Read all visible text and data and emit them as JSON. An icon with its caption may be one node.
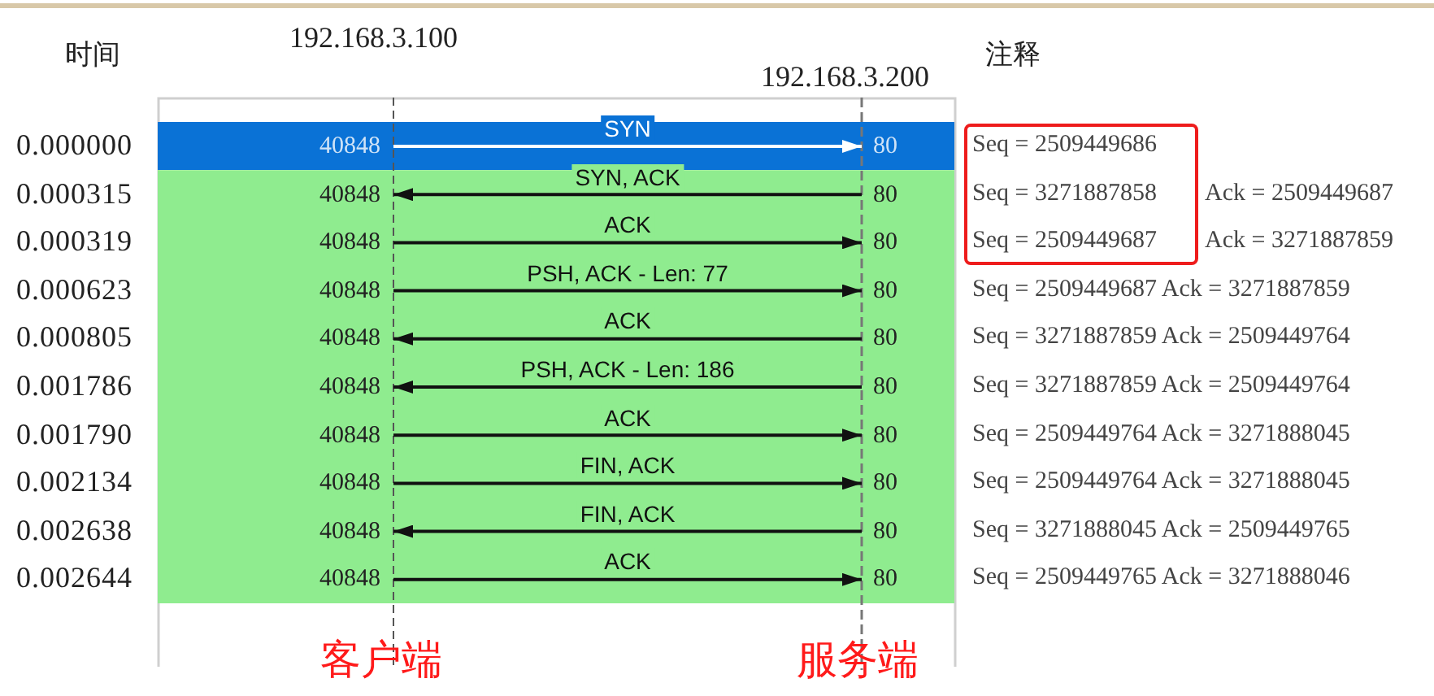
{
  "diagram": {
    "nodes": [
      {
        "text": [
          "Seq = 2509449686",
          "Seq = 3271887858",
          "Seq = 2509449687"
        ]
      },
      {
        "text": [
          "40848"
        ]
      },
      {
        "text": [
          "80"
        ]
      },
      {
        "text": [
          "40848"
        ]
      },
      {
        "text": [
          "80"
        ]
      },
      {
        "text": [
          "40848"
        ]
      },
      {
        "text": [
          "80"
        ]
      },
      {
        "text": [
          "40848"
        ]
      },
      {
        "text": [
          "80"
        ]
      },
      {
        "text": [
          "40848"
        ]
      },
      {
        "text": [
          "80"
        ]
      },
      {
        "text": [
          "40848"
        ]
      },
      {
        "text": [
          "80"
        ]
      },
      {
        "text": [
          "40848"
        ]
      },
      {
        "text": [
          "80"
        ]
      },
      {
        "text": [
          "40848"
        ]
      },
      {
        "text": [
          "80"
        ]
      },
      {
        "text": [
          "40848"
        ]
      },
      {
        "text": [
          "80"
        ]
      },
      {
        "text": [
          "40848"
        ]
      },
      {
        "text": [
          "80"
        ]
      }
    ],
    "edges": [
      {
        "from": 1,
        "to": 2,
        "arrow": "to",
        "label": "SYN",
        "color": "#ffffff"
      },
      {
        "from": 4,
        "to": 3,
        "arrow": "to",
        "label": "SYN, ACK"
      },
      {
        "from": 5,
        "to": 6,
        "arrow": "to",
        "label": "ACK"
      },
      {
        "from": 7,
        "to": 8,
        "arrow": "to",
        "label": "PSH, ACK - Len: 77"
      },
      {
        "from": 10,
        "to": 9,
        "arrow": "to",
        "label": "ACK"
      },
      {
        "from": 12,
        "to": 11,
        "arrow": "to",
        "label": "PSH, ACK - Len: 186"
      },
      {
        "from": 13,
        "to": 14,
        "arrow": "to",
        "label": "ACK"
      },
      {
        "from": 15,
        "to": 16,
        "arrow": "to",
        "label": "FIN, ACK"
      },
      {
        "from": 18,
        "to": 17,
        "arrow": "to",
        "label": "FIN, ACK"
      },
      {
        "from": 19,
        "to": 20,
        "arrow": "to",
        "label": "ACK"
      }
    ],
    "labels": [
      "时间",
      "192.168.3.100",
      "注释",
      "192.168.3.200",
      "0.000000",
      "0.000315",
      "Ack = 2509449687",
      "0.000319",
      "Ack = 3271887859",
      "0.000623",
      "Seq = 2509449687 Ack = 3271887859",
      "0.000805",
      "Seq = 3271887859 Ack = 2509449764",
      "0.001786",
      "Seq = 3271887859 Ack = 2509449764",
      "0.001790",
      "Seq = 2509449764 Ack = 3271888045",
      "0.002134",
      "Seq = 2509449764 Ack = 3271888045",
      "0.002638",
      "Seq = 3271888045 Ack = 2509449765",
      "0.002644",
      "Seq = 2509449765 Ack = 3271888046",
      "客户端",
      "服务端"
    ]
  }
}
